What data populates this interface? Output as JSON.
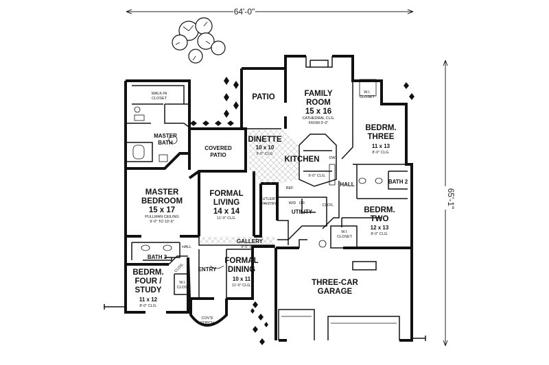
{
  "dimensions": {
    "width_label": "64'-0\"",
    "depth_label": "65'-1\""
  },
  "rooms": {
    "family_room": {
      "name1": "FAMILY",
      "name2": "ROOM",
      "size": "15 x 16",
      "note1": "CATHEDRAL CLG.",
      "note2": "FROM 9'-0\""
    },
    "patio": {
      "name1": "PATIO"
    },
    "wi_closet_top": {
      "name1": "W.I.",
      "name2": "CLOSET"
    },
    "walkin_closet": {
      "name1": "WALK-IN",
      "name2": "CLOSET"
    },
    "master_bath": {
      "name1": "MASTER",
      "name2": "BATH"
    },
    "covered_patio": {
      "name1": "COVERED",
      "name2": "PATIO"
    },
    "dinette": {
      "name1": "DINETTE",
      "size": "10 x 10",
      "note1": "9'-0\" CLG."
    },
    "kitchen": {
      "name1": "KITCHEN",
      "note1": "9'-0\" CLG."
    },
    "bedroom_three": {
      "name1": "BEDRM.",
      "name2": "THREE",
      "size": "11 x 13",
      "note1": "8'-0\" CLG."
    },
    "bath_2": {
      "name1": "BATH 2"
    },
    "master_bedroom": {
      "name1": "MASTER",
      "name2": "BEDROOM",
      "size": "15 x 17",
      "note1": "PULLMAN CEILING",
      "note2": "9'-0\" TO 10'-6\""
    },
    "formal_living": {
      "name1": "FORMAL",
      "name2": "LIVING",
      "size": "14 x 14",
      "note1": "11'-0\" CLG."
    },
    "butlers_pantry": {
      "name1": "BUTLER'S",
      "name2": "PANTRY"
    },
    "utility": {
      "name1": "UTILITY"
    },
    "clos_utility": {
      "name1": "CLOS."
    },
    "hall_right": {
      "name1": "HALL"
    },
    "bedroom_two": {
      "name1": "BEDRM.",
      "name2": "TWO",
      "size": "12 x 13",
      "note1": "8'-0\" CLG."
    },
    "wi_closet_mid": {
      "name1": "W.I.",
      "name2": "CLOSET"
    },
    "gallery": {
      "name1": "GALLERY",
      "note1": "9'-0\" CLG."
    },
    "hall_left": {
      "name1": "HALL"
    },
    "bath_3": {
      "name1": "BATH 3"
    },
    "entry": {
      "name1": "ENTRY"
    },
    "formal_dining": {
      "name1": "FORMAL",
      "name2": "DINING",
      "size": "10 x 11",
      "note1": "11'-0\" CLG."
    },
    "three_car_garage": {
      "name1": "THREE-CAR",
      "name2": "GARAGE"
    },
    "bedroom_four": {
      "name1": "BEDRM.",
      "name2": "FOUR /",
      "name3": "STUDY",
      "size": "11 x 12",
      "note1": "8'-0\" CLG."
    },
    "wi_clos_small": {
      "name1": "W.I.",
      "name2": "CLOS."
    },
    "clos_left": {
      "name1": "CLOS."
    },
    "covd_porch": {
      "name1": "COV'D",
      "name2": "PORCH"
    },
    "ref": {
      "name1": "REF"
    },
    "dw": {
      "name1": "DW"
    },
    "wd": {
      "name1": "W/D"
    },
    "dr": {
      "name1": "DR"
    }
  }
}
